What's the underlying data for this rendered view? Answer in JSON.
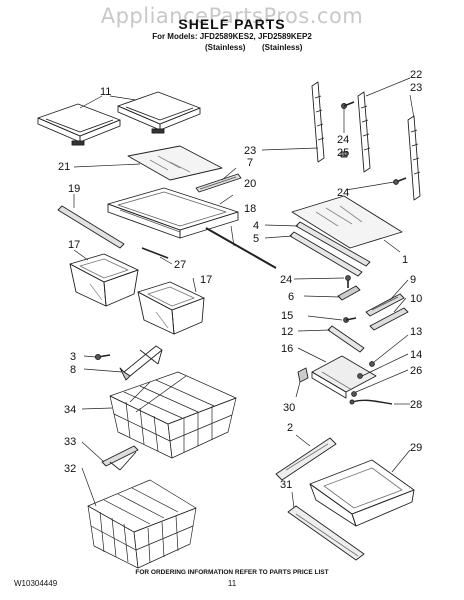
{
  "watermark": "AppliancePartsPros.com",
  "header": {
    "title": "SHELF PARTS",
    "models_line": "For Models: JFD2589KES2, JFD2589KEP2",
    "variant_1": "(Stainless)",
    "variant_2": "(Stainless)"
  },
  "callouts": {
    "c11": "11",
    "c21": "21",
    "c19": "19",
    "c17a": "17",
    "c17b": "17",
    "c20": "20",
    "c7": "7",
    "c18": "18",
    "c27": "27",
    "c22": "22",
    "c23a": "23",
    "c23b": "23",
    "c24a": "24",
    "c25": "25",
    "c24b": "24",
    "c4": "4",
    "c5": "5",
    "c1": "1",
    "c24c": "24",
    "c6": "6",
    "c9": "9",
    "c10": "10",
    "c15": "15",
    "c12": "12",
    "c13": "13",
    "c16": "16",
    "c14": "14",
    "c26": "26",
    "c30": "30",
    "c28": "28",
    "c3": "3",
    "c8": "8",
    "c34": "34",
    "c33": "33",
    "c32": "32",
    "c2": "2",
    "c29": "29",
    "c31": "31"
  },
  "footer": {
    "doc_number": "W10304449",
    "note": "FOR ORDERING INFORMATION REFER TO PARTS PRICE LIST",
    "page": "11"
  }
}
